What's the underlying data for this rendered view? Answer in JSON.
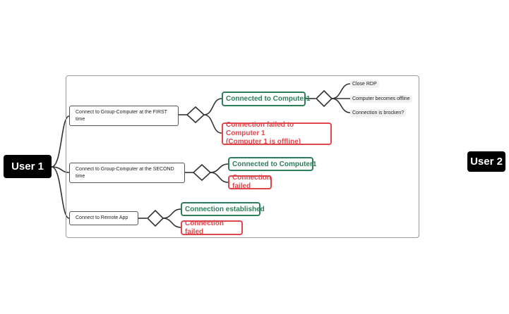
{
  "nodes": {
    "user1": "User 1",
    "user2": "User 2",
    "first_time": "Connect to Group-Computer at the FIRST time",
    "second_time": "Connect to Group-Computer at the SECOND time",
    "remote_app": "Connect to Remote App",
    "connected_computer1_a": "Connected to Computer1",
    "failed_offline_line1": "Connection failed to Computer 1",
    "failed_offline_line2": "(Computer 1 is offline)",
    "connected_computer1_b": "Connected to Computer1",
    "connection_failed_a": "Connection failed",
    "connection_established": "Connection established",
    "connection_failed_b": "Connection failed",
    "close_rdp": "Close RDP",
    "computer_offline": "Computer becomes offline",
    "connection_broken": "Connection is brocken?"
  },
  "colors": {
    "success": "#2e7d5b",
    "failure": "#e0474c",
    "connector": "#333333"
  }
}
